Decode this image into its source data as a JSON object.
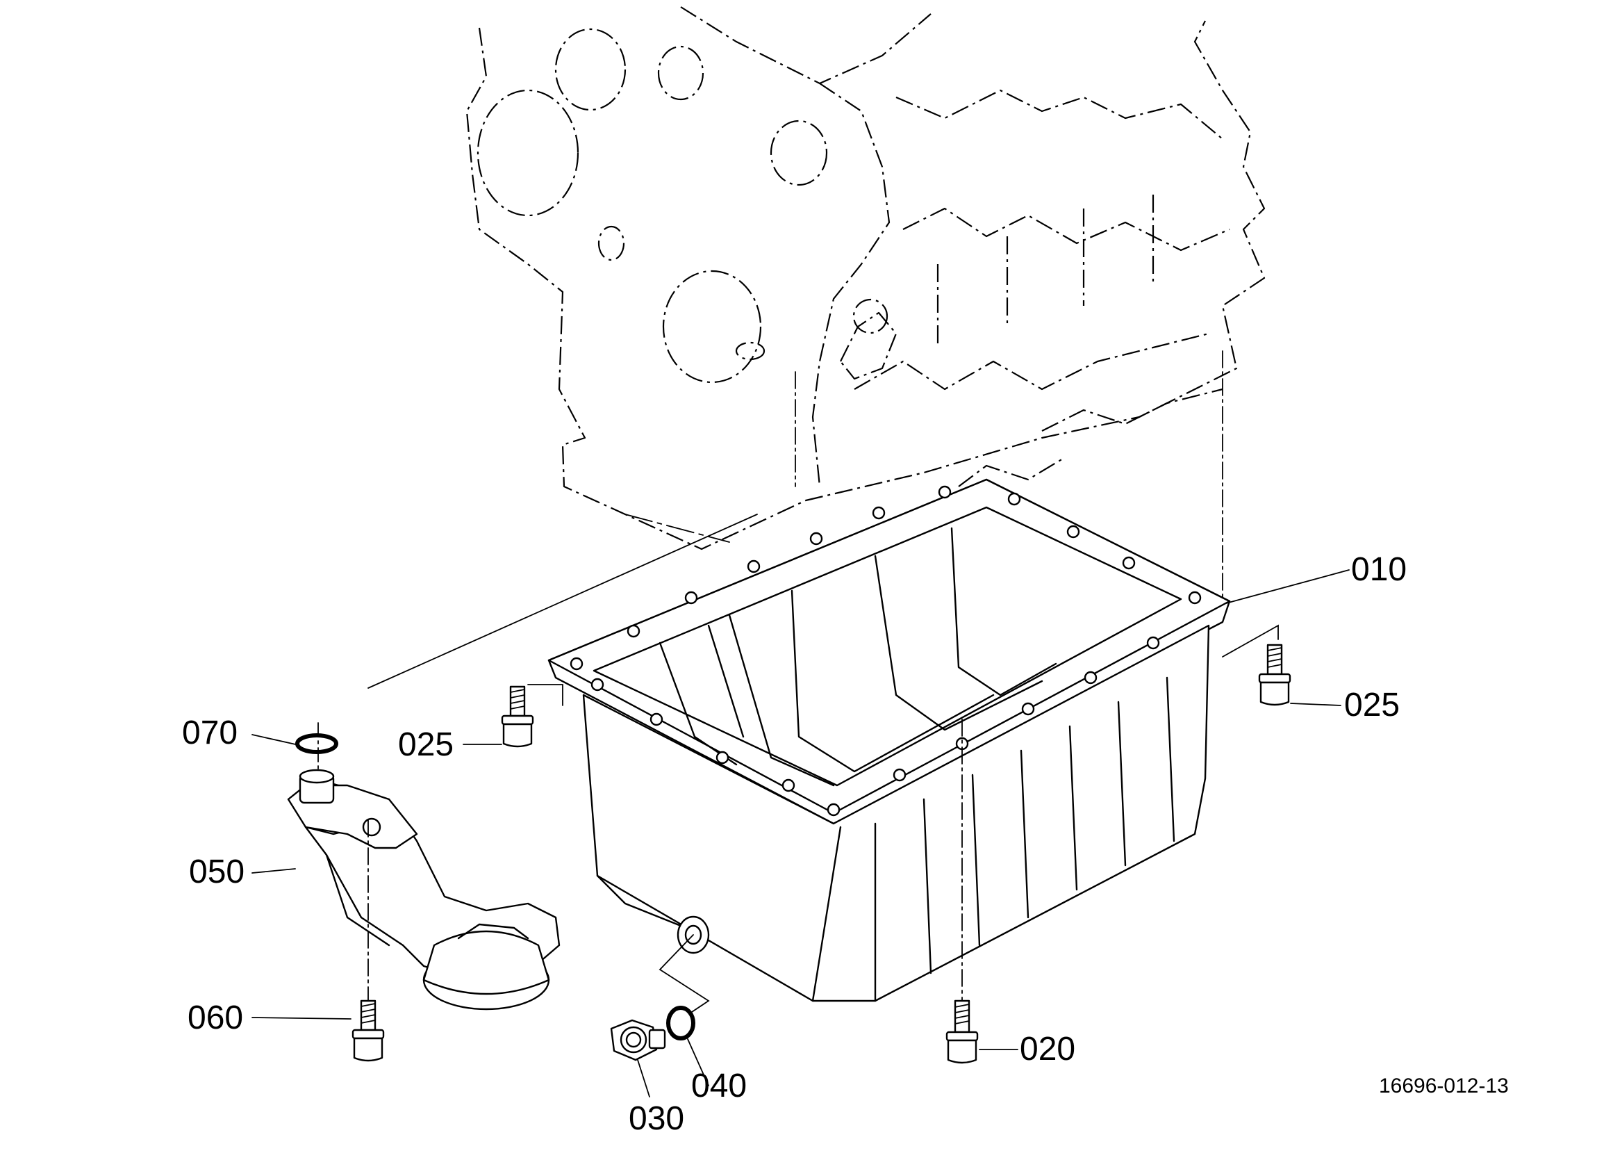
{
  "parts": {
    "p010": "010",
    "p020": "020",
    "p025a": "025",
    "p025b": "025",
    "p030": "030",
    "p040": "040",
    "p050": "050",
    "p060": "060",
    "p070": "070"
  },
  "reference_number": "16696-012-13"
}
